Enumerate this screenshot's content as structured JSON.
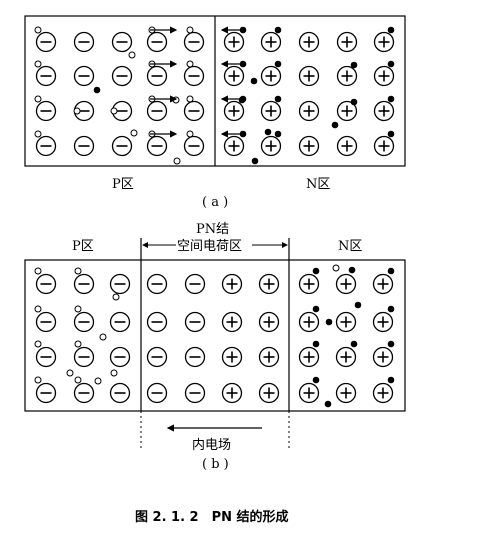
{
  "diagram_a": {
    "p_label": "P区",
    "n_label": "N区",
    "sub_label": "( a )"
  },
  "diagram_b": {
    "pn_label": "PN结",
    "space_charge_label": "空间电荷区",
    "p_label": "P区",
    "n_label": "N区",
    "field_label": "内电场",
    "sub_label": "( b )"
  },
  "caption": "图 2. 1. 2　PN 结的形成",
  "symbols": {
    "negative_ion": "minus-ion-icon",
    "positive_ion": "plus-ion-icon",
    "hole": "hole-icon",
    "electron": "electron-icon"
  }
}
